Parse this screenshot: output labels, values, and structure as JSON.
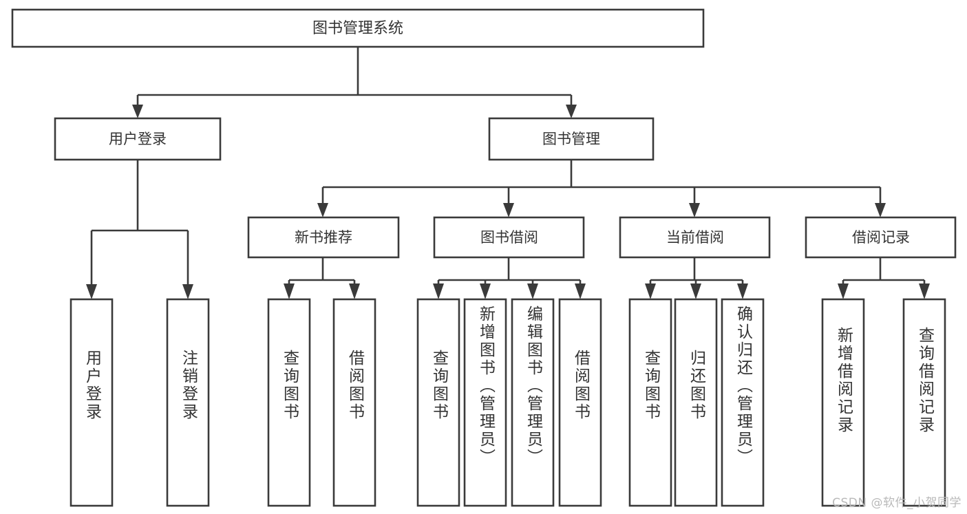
{
  "diagram": {
    "title": "图书管理系统",
    "type": "tree-hierarchy",
    "orientation": "top-down",
    "watermark": "CSDN @软件_小贺同学",
    "colors": {
      "box_stroke": "#3a3a3a",
      "box_fill": "#ffffff",
      "text": "#333333",
      "connector": "#3a3a3a",
      "background": "#ffffff",
      "watermark": "#b9b9b9"
    },
    "root": {
      "label": "图书管理系统"
    },
    "level2": [
      {
        "label": "用户登录"
      },
      {
        "label": "图书管理"
      }
    ],
    "level3": [
      {
        "label": "新书推荐"
      },
      {
        "label": "图书借阅"
      },
      {
        "label": "当前借阅"
      },
      {
        "label": "借阅记录"
      }
    ],
    "leaves": {
      "user_login": [
        {
          "label": "用户登录"
        },
        {
          "label": "注销登录"
        }
      ],
      "new_book_recommend": [
        {
          "label": "查询图书"
        },
        {
          "label": "借阅图书"
        }
      ],
      "book_borrow": [
        {
          "label": "查询图书"
        },
        {
          "label": "新增图书（管理员）"
        },
        {
          "label": "编辑图书（管理员）"
        },
        {
          "label": "借阅图书"
        }
      ],
      "current_borrow": [
        {
          "label": "查询图书"
        },
        {
          "label": "归还图书"
        },
        {
          "label": "确认归还（管理员）"
        }
      ],
      "borrow_record": [
        {
          "label": "新增借阅记录"
        },
        {
          "label": "查询借阅记录"
        }
      ]
    }
  }
}
